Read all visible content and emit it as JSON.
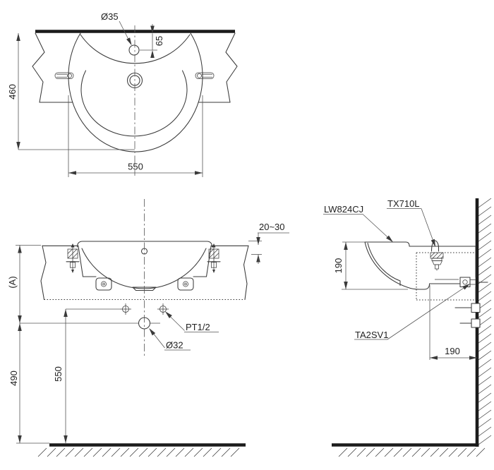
{
  "views": {
    "top": {
      "dims": {
        "faucet_dia": "Ø35",
        "faucet_offset": "65",
        "depth": "460",
        "width": "550"
      }
    },
    "front": {
      "dims": {
        "rim_gap": "20~30",
        "height_ref": "(A)",
        "drain_height": "490",
        "supply_height": "550"
      },
      "labels": {
        "supply_thread": "PT1/2",
        "drain_dia": "Ø32"
      }
    },
    "side": {
      "dims": {
        "basin_height": "190",
        "drain_wall_offset": "190"
      },
      "labels": {
        "basin_model": "LW824CJ",
        "faucet_model": "TX710L",
        "valve_model": "TA2SV1"
      }
    }
  }
}
